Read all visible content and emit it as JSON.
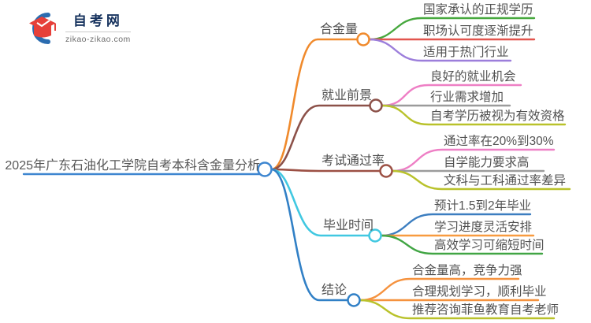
{
  "logo": {
    "title": "自考网",
    "domain": "zikao-zikao.com"
  },
  "root": {
    "label": "2025年广东石油化工学院自考本科含金量分析",
    "color": "#3e86d0"
  },
  "branches": [
    {
      "label": "合金量",
      "color": "#f08a2c",
      "children": [
        {
          "label": "国家承认的正规学历",
          "color": "#47a83e"
        },
        {
          "label": "职场认可度逐渐提升",
          "color": "#e2554e"
        },
        {
          "label": "适用于热门行业",
          "color": "#9c7edb"
        }
      ]
    },
    {
      "label": "就业前景",
      "color": "#8c5149",
      "children": [
        {
          "label": "良好的就业机会",
          "color": "#ee7fc5"
        },
        {
          "label": "行业需求增加",
          "color": "#9b9b9b"
        },
        {
          "label": "自考学历被视为有效资格",
          "color": "#b9c22b"
        }
      ]
    },
    {
      "label": "考试通过率",
      "color": "#9c5044",
      "children": [
        {
          "label": "通过率在20%到30%",
          "color": "#ee7fc5"
        },
        {
          "label": "自学能力要求高",
          "color": "#9b9b9b"
        },
        {
          "label": "文科与工科通过率差异",
          "color": "#b9c22b"
        }
      ]
    },
    {
      "label": "毕业时间",
      "color": "#41c8e1",
      "children": [
        {
          "label": "预计1.5到2年毕业",
          "color": "#3c7ec0"
        },
        {
          "label": "学习进度灵活安排",
          "color": "#f89b40"
        },
        {
          "label": "高效学习可缩短时间",
          "color": "#41a544"
        }
      ]
    },
    {
      "label": "结论",
      "color": "#3180c6",
      "children": [
        {
          "label": "合金量高，竞争力强",
          "color": "#f5923e"
        },
        {
          "label": "合理规划学习，顺利毕业",
          "color": "#f5923e"
        },
        {
          "label": "推荐咨询菲鱼教育自考老师",
          "color": "#b9c22b"
        }
      ]
    }
  ]
}
